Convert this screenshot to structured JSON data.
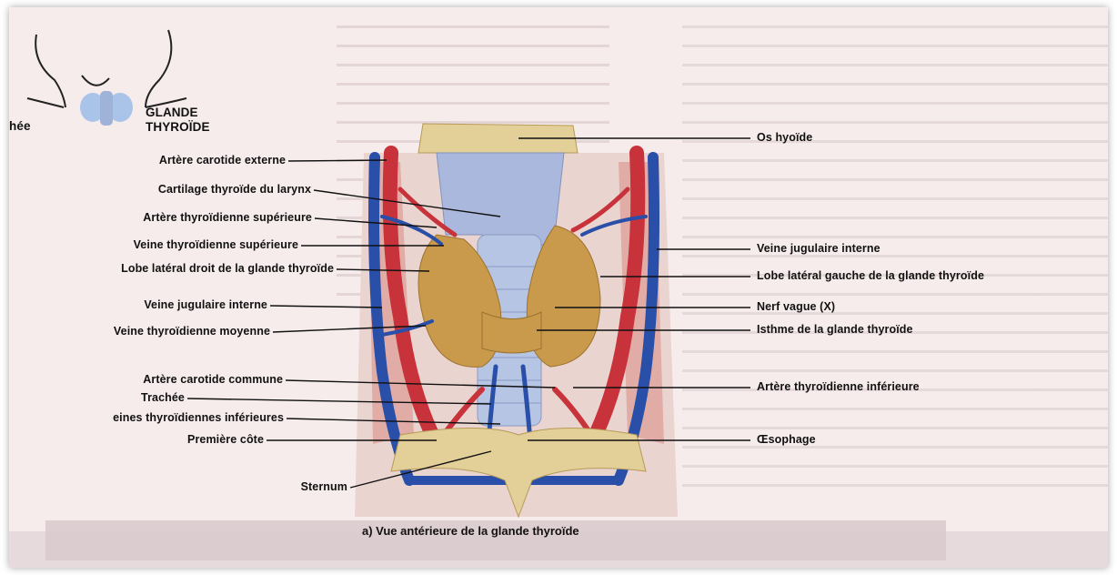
{
  "figure": {
    "caption": "a) Vue antérieure de la glande thyroïde",
    "inset": {
      "label_trachea": "hée",
      "label_gland_line1": "GLANDE",
      "label_gland_line2": "THYROÏDE"
    },
    "labels_left": [
      "Artère carotide externe",
      "Cartilage thyroïde du larynx",
      "Artère thyroïdienne supérieure",
      "Veine thyroïdienne supérieure",
      "Lobe latéral droit de la glande thyroïde",
      "Veine jugulaire interne",
      "Veine thyroïdienne moyenne",
      "Artère carotide commune",
      "Trachée",
      "eines thyroïdiennes inférieures",
      "Première côte",
      "Sternum"
    ],
    "labels_right": [
      "Os hyoïde",
      "Veine jugulaire interne",
      "Lobe latéral gauche de la glande thyroïde",
      "Nerf vague (X)",
      "Isthme de la glande thyroïde",
      "Artère thyroïdienne inférieure",
      "Œsophage"
    ]
  },
  "colors": {
    "artery": "#c8323a",
    "vein": "#2a4fa8",
    "thyroid": "#c99a4c",
    "cartilage": "#a9b8dc",
    "bone": "#e3cf98",
    "background": "#f6ecec"
  }
}
